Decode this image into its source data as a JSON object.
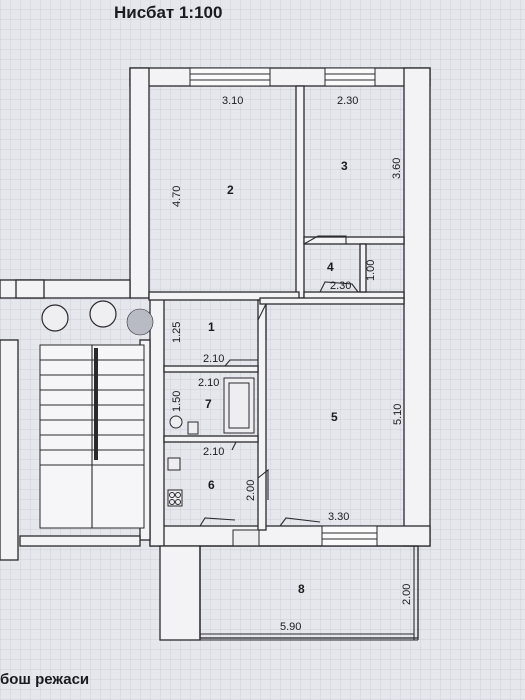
{
  "title": "Нисбат 1:100",
  "footer": "бош режаси",
  "rooms": [
    {
      "id": "1",
      "label": "1"
    },
    {
      "id": "2",
      "label": "2"
    },
    {
      "id": "3",
      "label": "3"
    },
    {
      "id": "4",
      "label": "4"
    },
    {
      "id": "5",
      "label": "5"
    },
    {
      "id": "6",
      "label": "6"
    },
    {
      "id": "7",
      "label": "7"
    },
    {
      "id": "8",
      "label": "8"
    }
  ],
  "dimensions": {
    "room2_width": "3.10",
    "room2_height": "4.70",
    "room3_width": "2.30",
    "room3_height": "3.60",
    "room4_width": "2.30",
    "room4_height": "1.00",
    "room1_height": "1.25",
    "room1_width": "2.10",
    "room7_width": "2.10",
    "room7_height": "1.50",
    "room6_width": "2.10",
    "room6_height": "2.00",
    "room5_height": "5.10",
    "room5_width": "3.30",
    "room8_width": "5.90",
    "room8_height": "2.00"
  },
  "colors": {
    "wall_fill": "#f3f3f5",
    "line": "#2a2a2e",
    "paper": "#e6e7ec"
  }
}
